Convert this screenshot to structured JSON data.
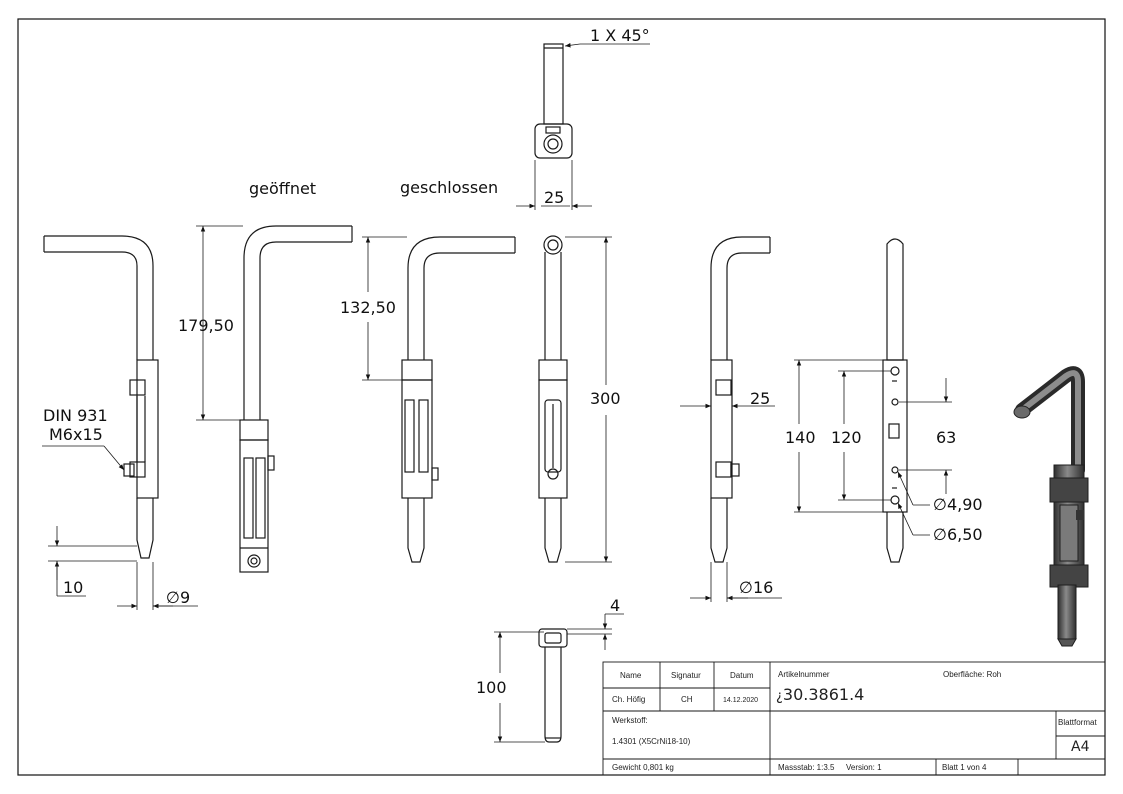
{
  "views": {
    "label_open": "geöffnet",
    "label_closed": "geschlossen"
  },
  "dimensions": {
    "chamfer": "1 X 45°",
    "top_width": "25",
    "d_17950": "179,50",
    "d_13250": "132,50",
    "d_300": "300",
    "d_side_25": "25",
    "d_16": "16",
    "d_140": "140",
    "d_120": "120",
    "d_63": "63",
    "d_490": "4,90",
    "d_650": "6,50",
    "d_10": "10",
    "d_9": "9",
    "d_4": "4",
    "d_100": "100",
    "bolt_line1": "DIN 931",
    "bolt_line2": "M6x15",
    "diameter_symbol": "∅"
  },
  "title_block": {
    "col_name": "Name",
    "col_signatur": "Signatur",
    "col_datum": "Datum",
    "name": "Ch. Höfig",
    "signatur": "CH",
    "datum": "14.12.2020",
    "artikel_label": "Artikelnummer",
    "artikel_prefix": "¿",
    "artikel_value": "30.3861.4",
    "oberflaeche": "Oberfläche: Roh",
    "werkstoff_label": "Werkstoff:",
    "werkstoff_value": "1.4301 (X5CrNi18-10)",
    "blattformat_label": "Blattformat",
    "blattformat_value": "A4",
    "gewicht": "Gewicht 0,801 kg",
    "massstab": "Massstab: 1:3.5",
    "version": "Version: 1",
    "blatt": "Blatt 1 von 4"
  },
  "colors": {
    "line": "#1a1a1a",
    "iso_dark": "#3d3d3d",
    "iso_mid": "#6b6b6b",
    "iso_light": "#9a9a9a"
  }
}
